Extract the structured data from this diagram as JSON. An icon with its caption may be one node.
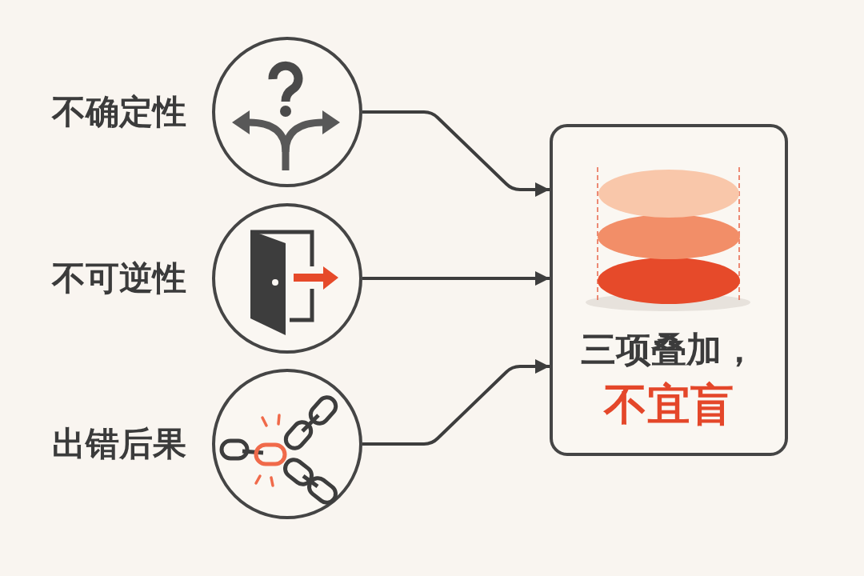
{
  "diagram": {
    "nodes": [
      {
        "text": [
          "不确定性"
        ]
      },
      {
        "text": [
          "不可逆性"
        ]
      },
      {
        "text": [
          "出错后果"
        ]
      },
      {
        "text": [
          "三项叠加，",
          "不宜盲"
        ]
      }
    ],
    "edges": [
      {
        "from": 0,
        "to": 3,
        "arrow": "to"
      },
      {
        "from": 1,
        "to": 3,
        "arrow": "to"
      },
      {
        "from": 2,
        "to": 3,
        "arrow": "to"
      }
    ]
  }
}
